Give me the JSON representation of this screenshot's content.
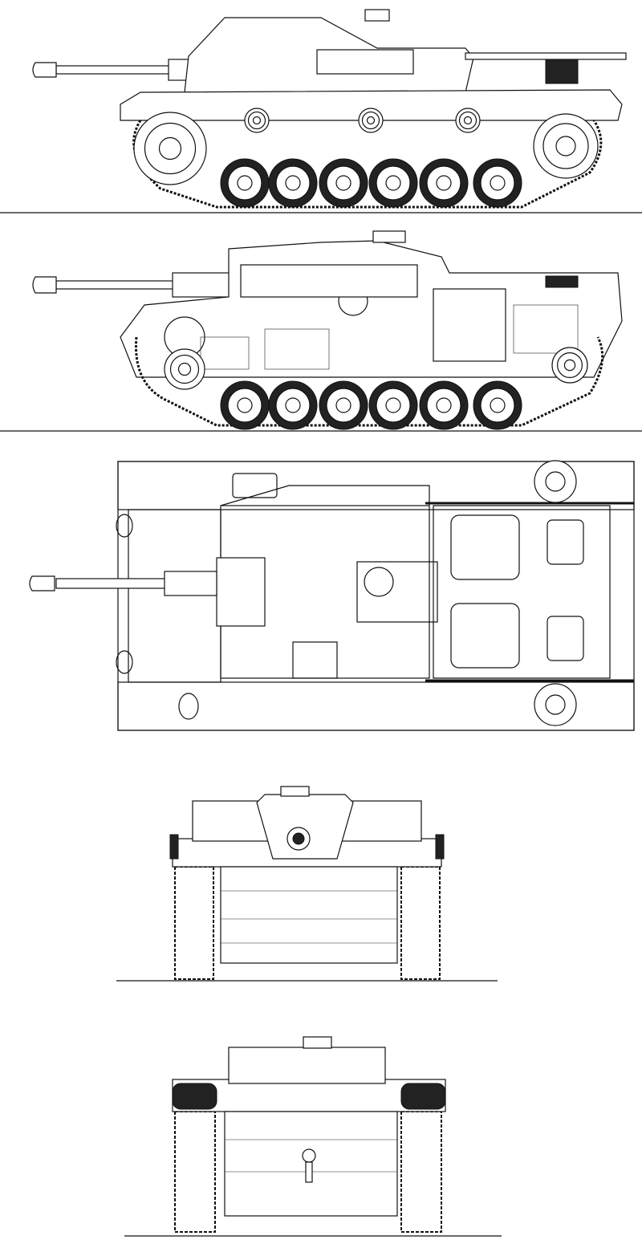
{
  "drawing": {
    "views": [
      "side-exterior",
      "side-cutaway",
      "top",
      "front",
      "rear"
    ],
    "colors": {
      "line": "#111111",
      "background": "#ffffff",
      "fill_dark": "#222222"
    }
  }
}
